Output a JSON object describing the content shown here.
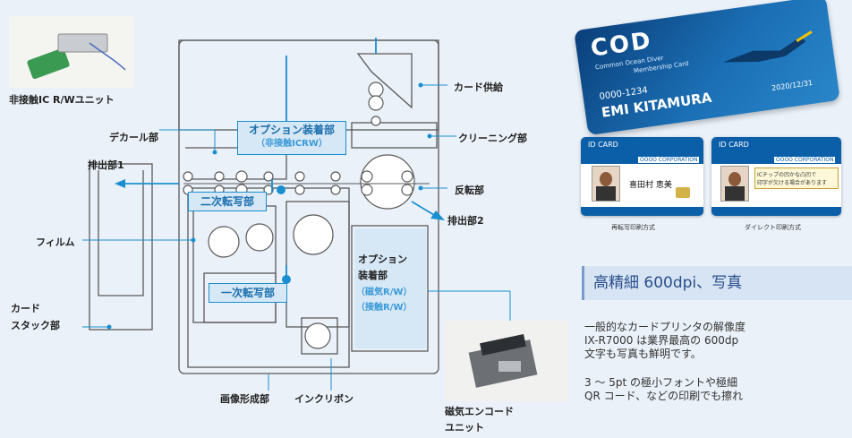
{
  "diagram": {
    "labels": {
      "ic_rw_unit": "非接触IC R/Wユニット",
      "card_supply": "カード供給",
      "option_mount_top": "オプション装着部",
      "option_mount_top_sub": "（非接触ICRW）",
      "decal": "デカール部",
      "cleaning": "クリーニング部",
      "eject1": "排出部1",
      "reverse": "反転部",
      "secondary_transfer": "二次転写部",
      "eject2": "排出部2",
      "film": "フィルム",
      "option_mount_right_1": "オプション",
      "option_mount_right_2": "装着部",
      "option_mount_right_3": "（磁気R/W）",
      "option_mount_right_4": "（接触R/W）",
      "primary_transfer": "一次転写部",
      "card_stack_1": "カード",
      "card_stack_2": "スタック部",
      "image_forming": "画像形成部",
      "ink_ribbon": "インクリボン",
      "mag_encoder_1": "磁気エンコード",
      "mag_encoder_2": "ユニット"
    }
  },
  "card_sample": {
    "logo": "COD",
    "tagline_1": "Common Ocean Diver",
    "tagline_2": "Membership Card",
    "number": "0000-1234",
    "name": "EMI KITAMURA",
    "expiry": "2020/12/31"
  },
  "id_cards": [
    {
      "header": "ID CARD",
      "company": "OOOO CORPORATION",
      "person": "喜田村 恵美",
      "caption": "再転写印刷方式"
    },
    {
      "header": "ID CARD",
      "company": "OOOO CORPORATION",
      "note_1": "ICチップの凹かな凸凹で",
      "note_2": "印字が欠ける場合があります",
      "caption": "ダイレクト印刷方式"
    }
  ],
  "text_section": {
    "heading": "高精細 600dpi、写真",
    "paragraph1": [
      "一般的なカードプリンタの解像度",
      "IX-R7000 は業界最高の 600dp",
      "文字も写真も鮮明です。"
    ],
    "paragraph2": [
      "3 ～ 5pt の極小フォントや極細",
      "QR コード、などの印刷でも擦れ"
    ]
  },
  "colors": {
    "accent": "#1a8fd0",
    "machine_line": "#5a5a5a",
    "card_blue": "#0b5fa8",
    "heading_bg": "#d6e4f3",
    "heading_text": "#2a4e8c"
  }
}
